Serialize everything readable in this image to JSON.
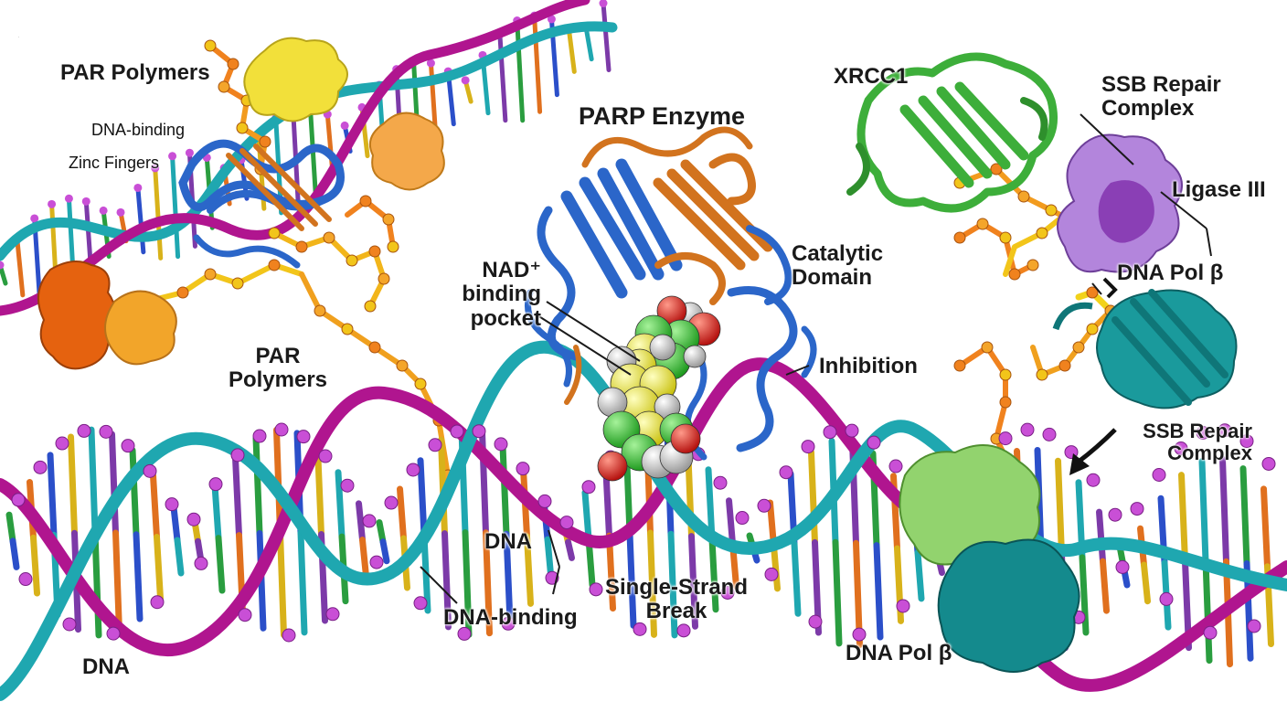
{
  "labels": {
    "par_polymers_top": "PAR Polymers",
    "dna_binding_top": "DNA-binding",
    "zinc_fingers": "Zinc Fingers",
    "par_polymers_mid_1": "PAR",
    "par_polymers_mid_2": "Polymers",
    "parp_enzyme": "PARP Enzyme",
    "nad_1": "NAD⁺",
    "nad_2": "binding",
    "nad_3": "pocket",
    "catalytic_1": "Catalytic",
    "catalytic_2": "Domain",
    "inhibition": "Inhibition",
    "xrcc1": "XRCC1",
    "ssb_top_1": "SSB Repair",
    "ssb_top_2": "Complex",
    "ligase": "Ligase III",
    "dna_pol_top": "DNA Pol β",
    "ssb_bottom_1": "SSB Repair",
    "ssb_bottom_2": "Complex",
    "dna_center": "DNA",
    "single_strand_1": "Single-Strand",
    "single_strand_2": "Break",
    "dna_binding_bottom": "DNA-binding",
    "dna_bottom_left": "DNA",
    "dna_pol_bottom": "DNA Pol β"
  },
  "colors": {
    "strand_cyan": "#1fa7b0",
    "strand_magenta": "#b0158f",
    "phosphate": "#c94fd6",
    "parp_blue": "#2b66c9",
    "parp_orange": "#d2731e",
    "par_orange": "#f0821e",
    "par_yellow": "#f2c51a",
    "xrcc1_green": "#3dae3a",
    "ligase_purple": "#9b58c8",
    "polb_teal": "#14878a",
    "light_green": "#8ccf6a",
    "atom_carbon": "#33c233",
    "atom_oxygen": "#e0231f",
    "atom_sulfur": "#f2ec26",
    "atom_hydrogen": "#d9d9d9"
  }
}
